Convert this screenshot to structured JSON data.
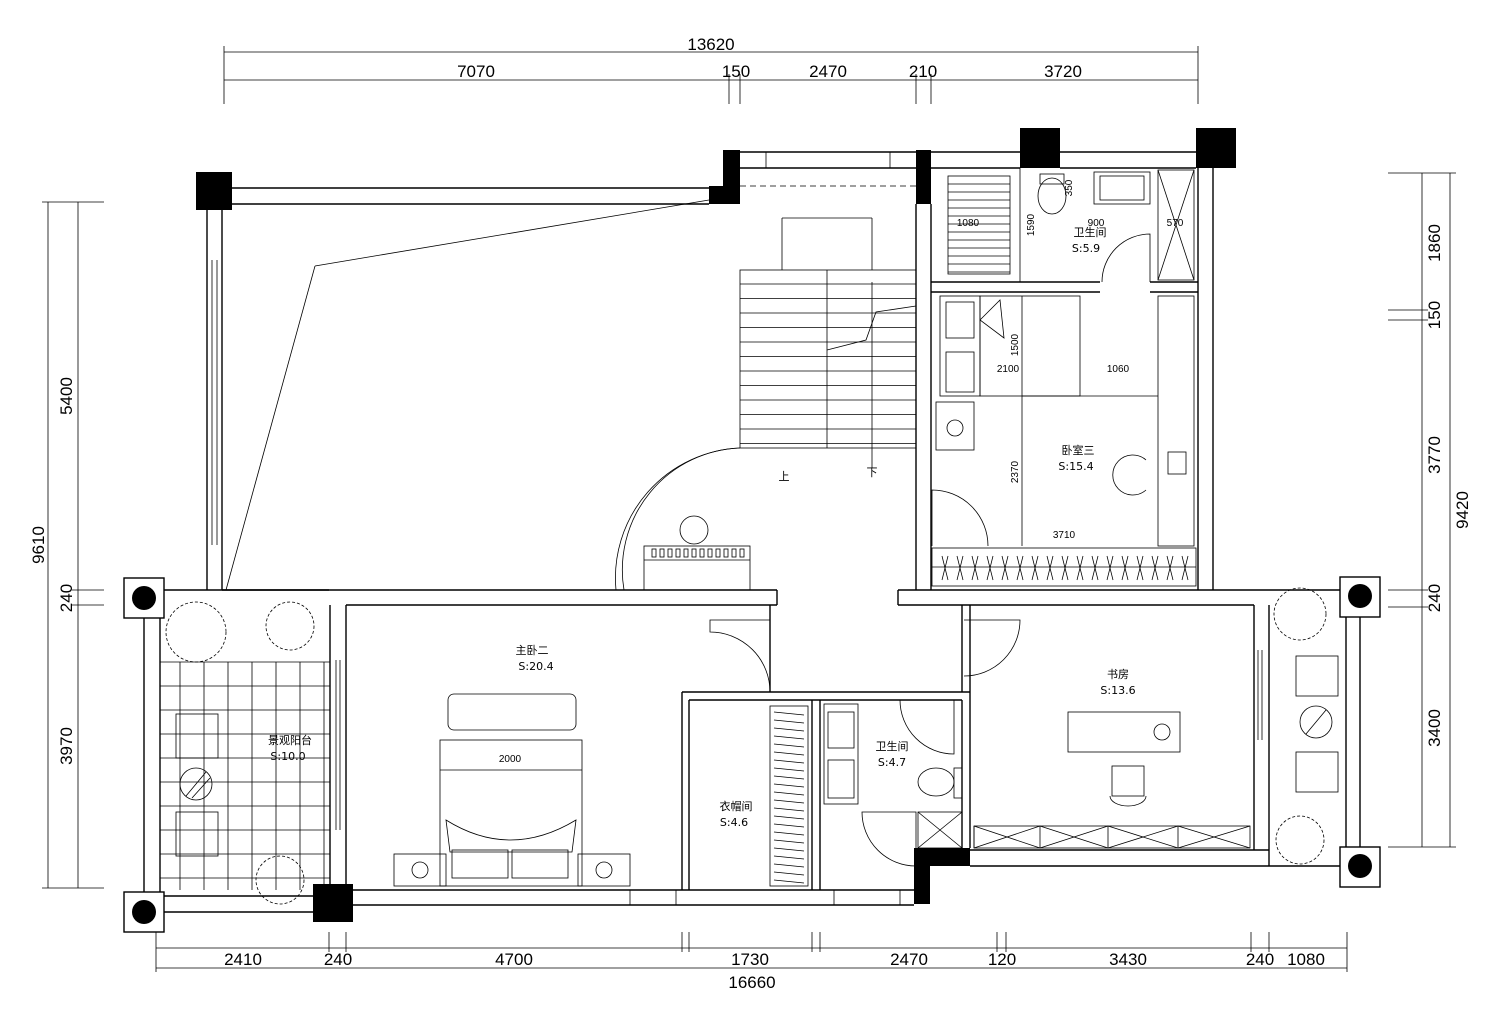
{
  "dimensions": {
    "top_total": "13620",
    "top_segments": [
      "7070",
      "150",
      "2470",
      "210",
      "3720"
    ],
    "bottom_total": "16660",
    "bottom_segments": [
      "2410",
      "240",
      "4700",
      "1730",
      "2470",
      "120",
      "3430",
      "240",
      "1080"
    ],
    "left_total": "9610",
    "left_segments": [
      "5400",
      "240",
      "3970"
    ],
    "right_total": "9420",
    "right_segments": [
      "1860",
      "150",
      "3770",
      "240",
      "3400"
    ]
  },
  "rooms": {
    "bath_top": {
      "name": "卫生间",
      "area": "S:5.9"
    },
    "bedroom3": {
      "name": "卧室三",
      "area": "S:15.4"
    },
    "master2": {
      "name": "主卧二",
      "area": "S:20.4"
    },
    "study": {
      "name": "书房",
      "area": "S:13.6"
    },
    "balcony": {
      "name": "景观阳台",
      "area": "S:10.0"
    },
    "closet": {
      "name": "衣帽间",
      "area": "S:4.6"
    },
    "bath_mid": {
      "name": "卫生间",
      "area": "S:4.7"
    }
  },
  "stairs": {
    "up": "上",
    "down": "下"
  },
  "inner_dims": {
    "bath_1080": "1080",
    "bath_1590": "1590",
    "bath_900": "900",
    "bath_570": "570",
    "bath_350": "350",
    "bed3_1500": "1500",
    "bed3_2100": "2100",
    "bed3_1060": "1060",
    "bed3_2370": "2370",
    "bed3_3710": "3710",
    "master_bed": "2000"
  }
}
